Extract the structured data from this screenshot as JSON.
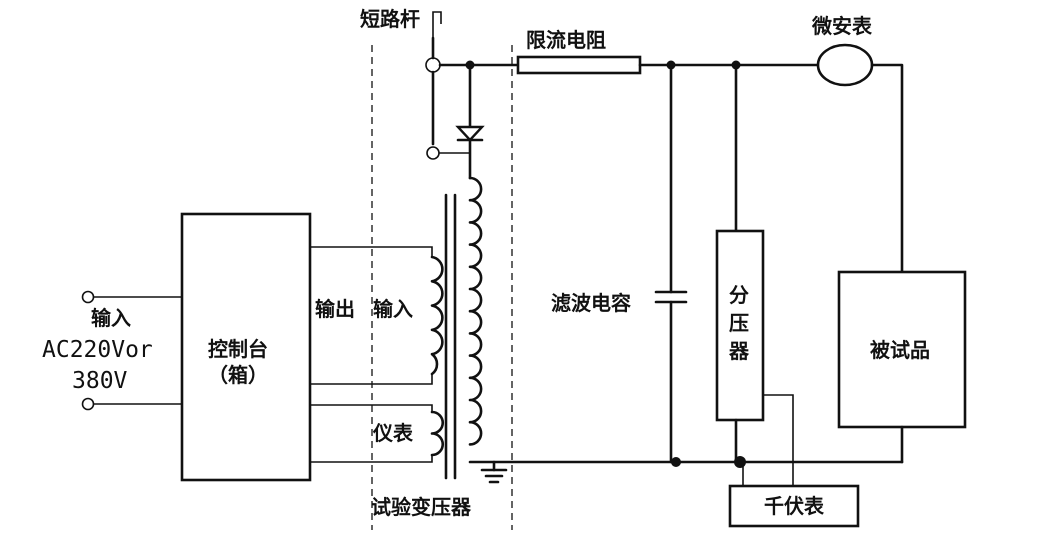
{
  "labels": {
    "short_rod": "短路杆",
    "current_limit_resistor": "限流电阻",
    "microammeter": "微安表",
    "input_left": "输入",
    "supply_line1": "AC220Vor",
    "supply_line2": "380V",
    "control_line1": "控制台",
    "control_line2": "（箱）",
    "output": "输出",
    "input_primary": "输入",
    "meter_winding": "仪表",
    "filter_capacitor": "滤波电容",
    "divider_1": "分",
    "divider_2": "压",
    "divider_3": "器",
    "test_object": "被试品",
    "kilovoltmeter": "千伏表",
    "test_transformer": "试验变压器"
  }
}
